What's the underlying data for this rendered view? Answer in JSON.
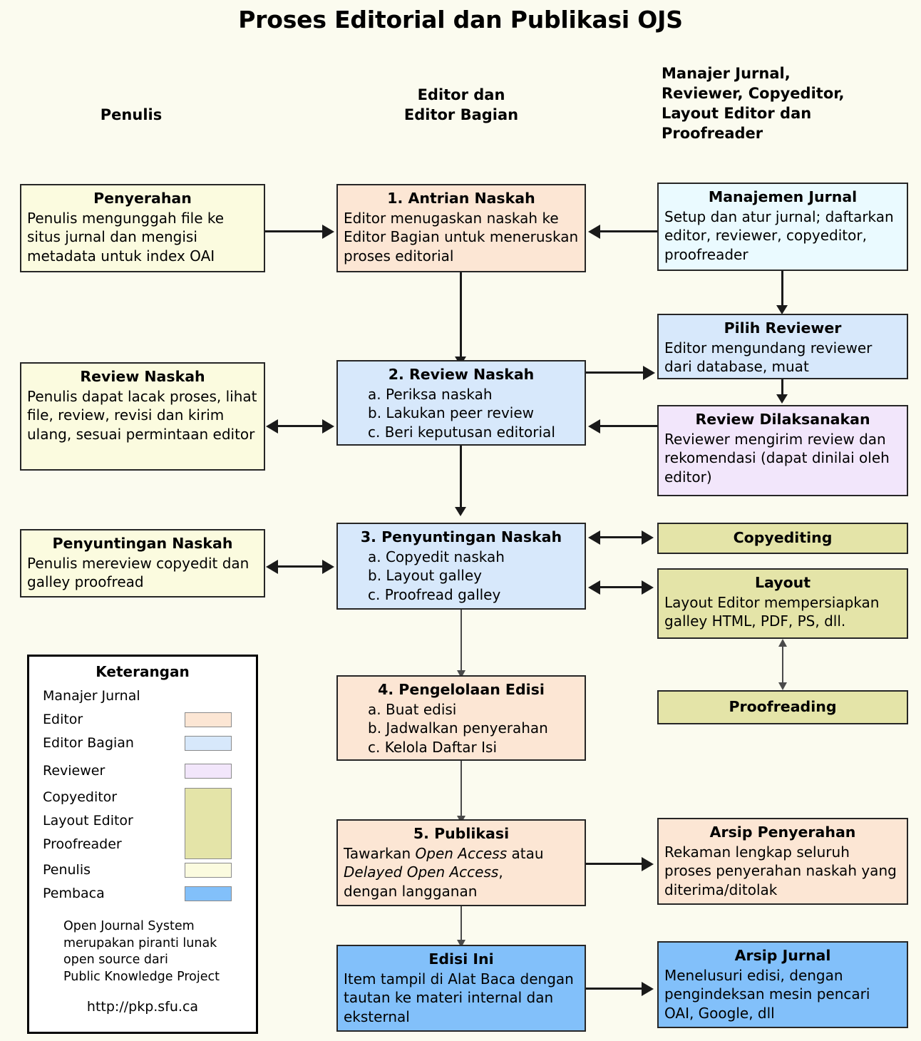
{
  "title": "Proses Editorial dan Publikasi OJS",
  "columns": [
    {
      "id": "penulis",
      "label": "Penulis"
    },
    {
      "id": "editor",
      "label": "Editor dan\nEditor Bagian"
    },
    {
      "id": "lainnya",
      "label": "Manajer Jurnal,\nReviewer, Copyeditor,\nLayout Editor dan\nProofreader"
    }
  ],
  "nodes": {
    "penyerahan": {
      "title": "Penyerahan",
      "body": "Penulis mengunggah file ke situs jurnal dan mengisi metadata untuk index OAI",
      "role": "Penulis",
      "color": "#fbfbdf"
    },
    "antrian": {
      "title": "1. Antrian Naskah",
      "body": "Editor menugaskan naskah ke Editor Bagian untuk meneruskan proses editorial",
      "role": "Editor",
      "color": "#fce6d4"
    },
    "manajemen": {
      "title": "Manajemen Jurnal",
      "body": "Setup dan atur jurnal; daftarkan editor, reviewer, copyeditor, proofreader",
      "role": "Manajer Jurnal",
      "color": "#eafaff"
    },
    "pilih_reviewer": {
      "title": "Pilih Reviewer",
      "body": "Editor mengundang reviewer dari database, muat",
      "role": "Editor Bagian",
      "color": "#d7e8fb"
    },
    "review_naskah_penulis": {
      "title": "Review Naskah",
      "body": "Penulis dapat lacak proses, lihat file, review, revisi dan kirim ulang, sesuai permintaan editor",
      "role": "Penulis",
      "color": "#fbfbdf"
    },
    "review_naskah": {
      "title": "2. Review Naskah",
      "items": [
        "a. Periksa naskah",
        "b. Lakukan peer review",
        "c. Beri keputusan editorial"
      ],
      "role": "Editor Bagian",
      "color": "#d7e8fb"
    },
    "review_dilaksanakan": {
      "title": "Review Dilaksanakan",
      "body": "Reviewer mengirim review dan rekomendasi (dapat dinilai oleh editor)",
      "role": "Reviewer",
      "color": "#f2e6fb"
    },
    "penyuntingan_penulis": {
      "title": "Penyuntingan Naskah",
      "body": "Penulis mereview copyedit dan galley proofread",
      "role": "Penulis",
      "color": "#fbfbdf"
    },
    "penyuntingan": {
      "title": "3. Penyuntingan Naskah",
      "items": [
        "a. Copyedit naskah",
        "b. Layout galley",
        "c. Proofread galley"
      ],
      "role": "Editor Bagian",
      "color": "#d7e8fb"
    },
    "copyediting": {
      "title": "Copyediting",
      "role": "Copyeditor",
      "color": "#e4e4a8"
    },
    "layout": {
      "title": "Layout",
      "body": "Layout Editor mempersiapkan galley HTML, PDF, PS, dll.",
      "role": "Layout Editor",
      "color": "#e4e4a8"
    },
    "proofreading": {
      "title": "Proofreading",
      "role": "Proofreader",
      "color": "#e4e4a8"
    },
    "pengelolaan": {
      "title": "4. Pengelolaan Edisi",
      "items": [
        "a. Buat edisi",
        "b. Jadwalkan penyerahan",
        "c. Kelola Daftar Isi"
      ],
      "role": "Editor",
      "color": "#fce6d4"
    },
    "publikasi": {
      "title": "5. Publikasi",
      "line1_pre": "Tawarkan ",
      "line1_em": "Open Access",
      "line1_post": " atau",
      "line2_em": "Delayed Open Access",
      "line2_post": ",",
      "line3": "dengan langganan",
      "role": "Editor",
      "color": "#fce6d4"
    },
    "arsip_penyerahan": {
      "title": "Arsip Penyerahan",
      "body": "Rekaman lengkap seluruh proses penyerahan naskah yang diterima/ditolak",
      "role": "Editor",
      "color": "#fce6d4"
    },
    "edisi_ini": {
      "title": "Edisi Ini",
      "body": "Item tampil di Alat Baca dengan tautan ke materi internal dan eksternal",
      "role": "Pembaca",
      "color": "#82c0fa"
    },
    "arsip_jurnal": {
      "title": "Arsip Jurnal",
      "body": "Menelusuri edisi, dengan pengindeksan mesin pencari OAI, Google, dll",
      "role": "Pembaca",
      "color": "#82c0fa"
    }
  },
  "legend": {
    "title": "Keterangan",
    "rows": [
      {
        "label": "Manajer Jurnal",
        "color": null
      },
      {
        "label": "Editor",
        "color": "#fce6d4"
      },
      {
        "label": "Editor Bagian",
        "color": "#d7e8fb"
      },
      {
        "label": "Reviewer",
        "color": "#f2e6fb"
      },
      {
        "label": "Copyeditor",
        "color": "#e4e4a8"
      },
      {
        "label": "Layout Editor",
        "color": "#e4e4a8"
      },
      {
        "label": "Proofreader",
        "color": "#e4e4a8"
      },
      {
        "label": "Penulis",
        "color": "#fbfbdf"
      },
      {
        "label": "Pembaca",
        "color": "#82c0fa"
      }
    ],
    "note": "Open Journal System\nmerupakan piranti lunak\nopen source dari\nPublic Knowledge Project",
    "url": "http://pkp.sfu.ca"
  }
}
